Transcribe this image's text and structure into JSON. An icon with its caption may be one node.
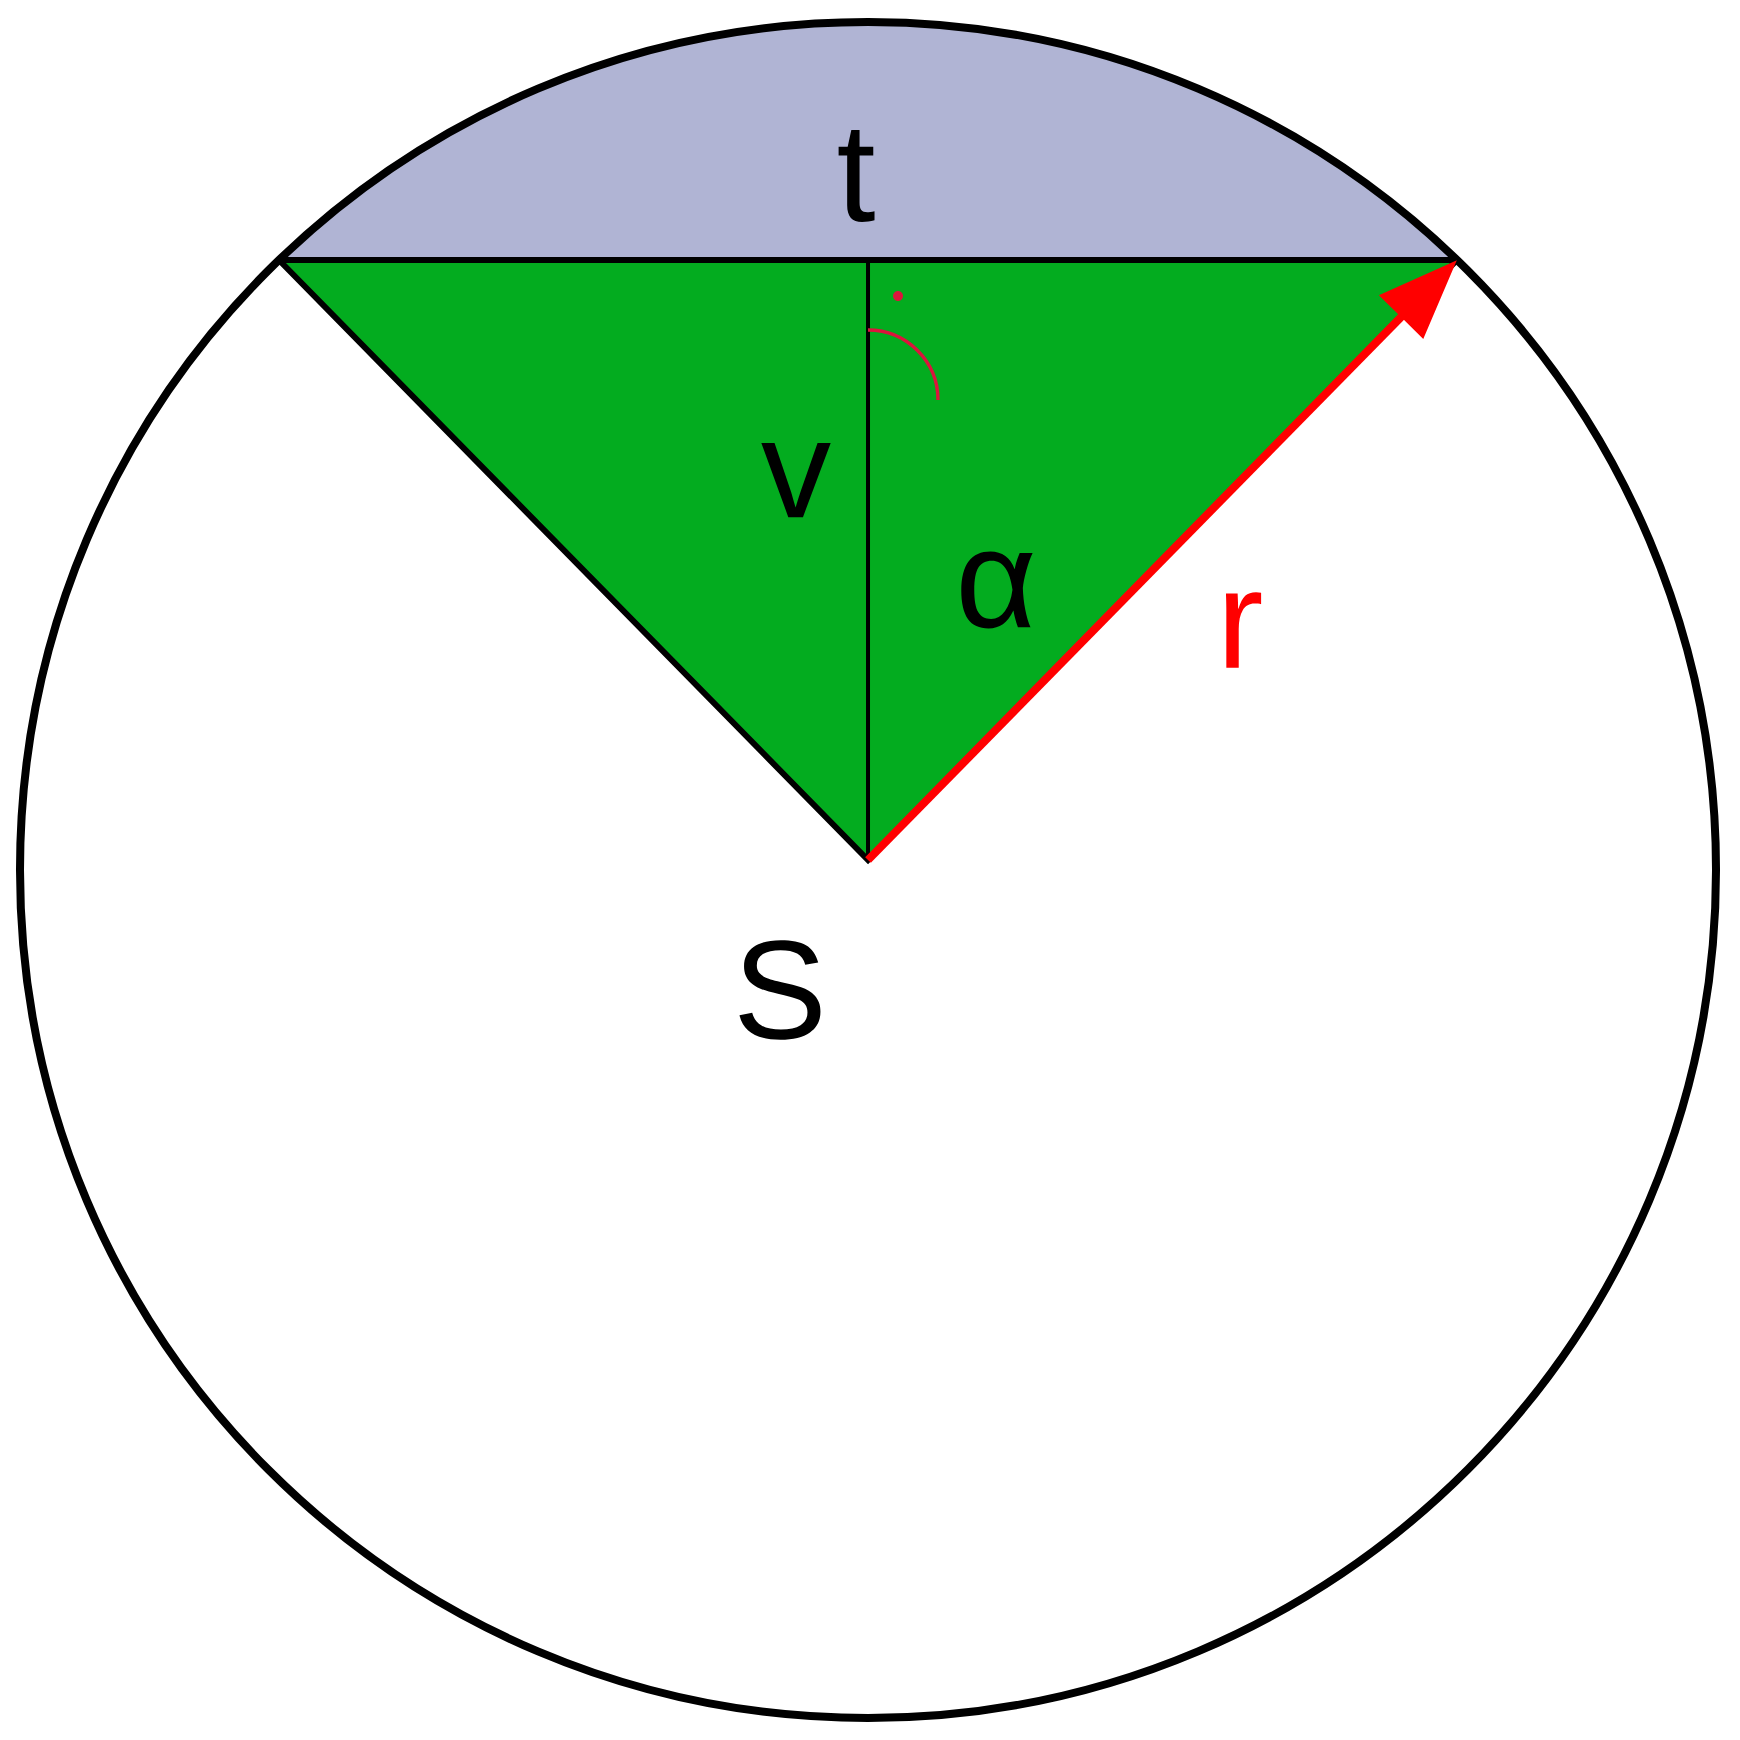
{
  "diagram": {
    "labels": [
      "t",
      "v",
      "α",
      "r",
      "S"
    ]
  }
}
